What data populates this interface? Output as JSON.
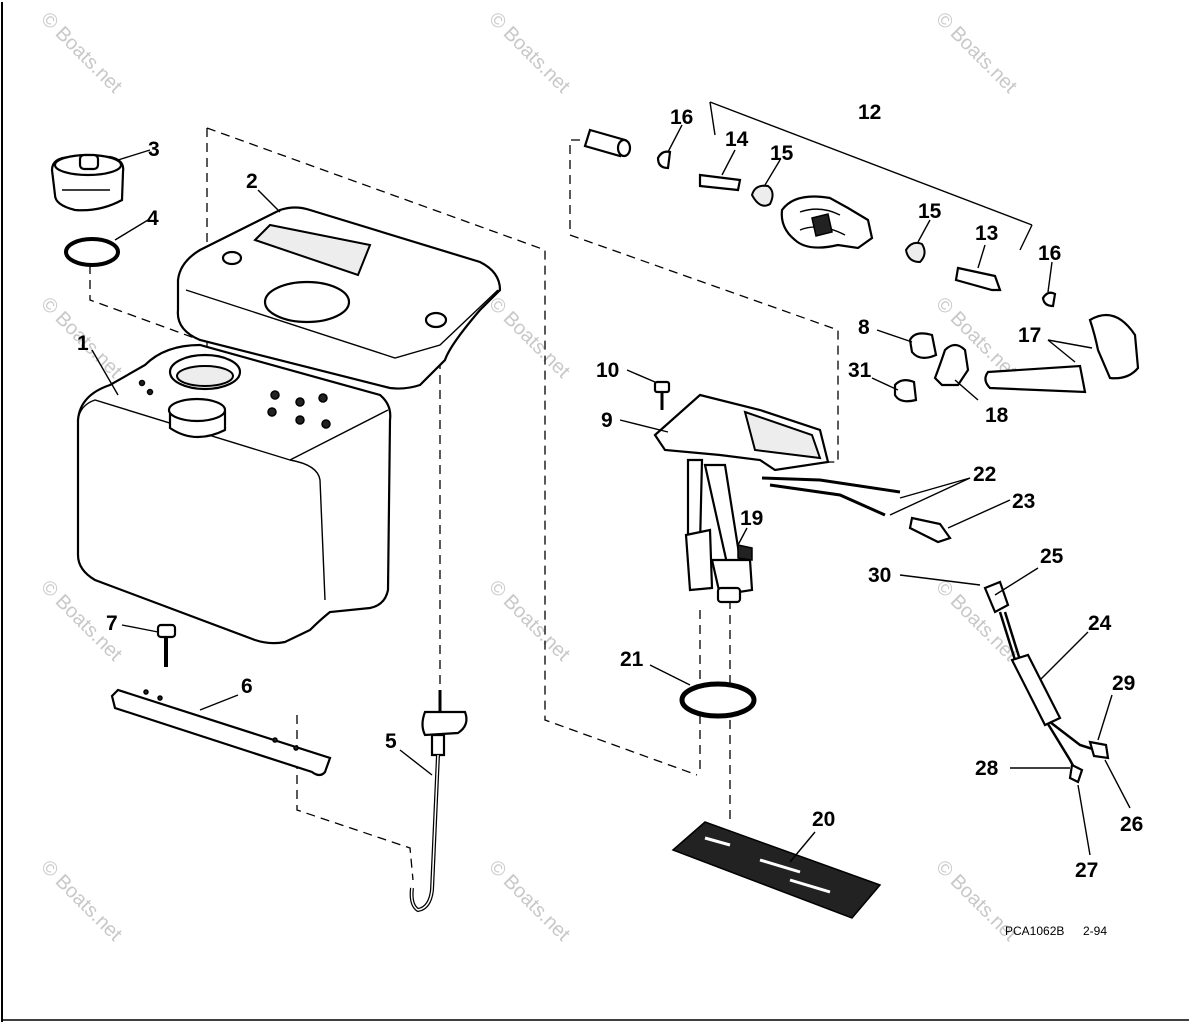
{
  "diagram": {
    "callouts": {
      "c1": "1",
      "c2": "2",
      "c3": "3",
      "c4": "4",
      "c5": "5",
      "c6": "6",
      "c7": "7",
      "c8": "8",
      "c9": "9",
      "c10": "10",
      "c12": "12",
      "c13": "13",
      "c14": "14",
      "c15a": "15",
      "c15b": "15",
      "c16a": "16",
      "c16b": "16",
      "c17": "17",
      "c18": "18",
      "c19": "19",
      "c20": "20",
      "c21": "21",
      "c22": "22",
      "c23": "23",
      "c24": "24",
      "c25": "25",
      "c26": "26",
      "c27": "27",
      "c28": "28",
      "c29": "29",
      "c30": "30",
      "c31": "31"
    },
    "code": "PCA1062B",
    "date": "2-94",
    "watermark": "© Boats.net"
  }
}
